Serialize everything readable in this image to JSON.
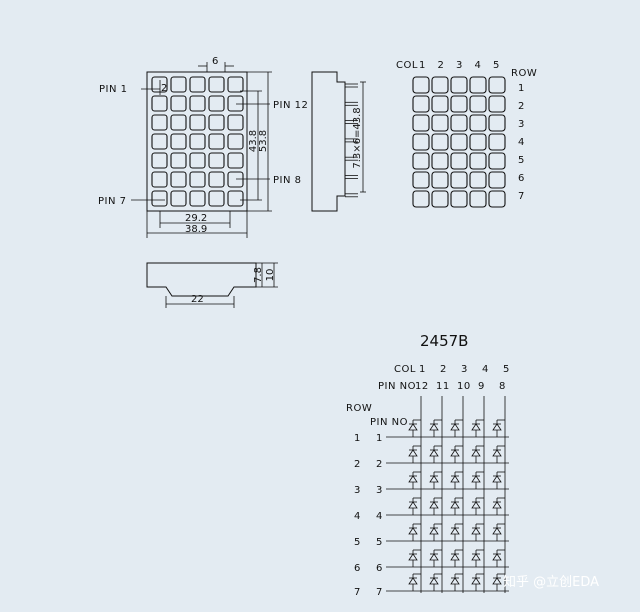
{
  "front_view": {
    "pin1": "PIN 1",
    "pin12": "PIN 12",
    "pin8": "PIN 8",
    "pin7": "PIN 7",
    "dim_pitch": "6",
    "dim_height_inner": "43.8",
    "dim_height_outer": "53.8",
    "dim_width_inner": "29.2",
    "dim_width_outer": "38.9",
    "dim_pin_offset": "2"
  },
  "side_view": {
    "dim_pins": "7.3×6=43.8"
  },
  "bottom_view": {
    "dim_width": "22",
    "dim_height_a": "7.8",
    "dim_height_b": "10"
  },
  "pin_map": {
    "col_label": "COL",
    "col_numbers": [
      "1",
      "2",
      "3",
      "4",
      "5"
    ],
    "row_label": "ROW",
    "row_numbers": [
      "1",
      "2",
      "3",
      "4",
      "5",
      "6",
      "7"
    ]
  },
  "schematic": {
    "part_number": "2457B",
    "col_label": "COL",
    "col_numbers": [
      "1",
      "2",
      "3",
      "4",
      "5"
    ],
    "pin_no_label": "PIN NO",
    "col_pins": [
      "12",
      "11",
      "10",
      "9",
      "8"
    ],
    "row_label": "ROW",
    "row_pin_label": "PIN NO",
    "row_numbers": [
      "1",
      "2",
      "3",
      "4",
      "5",
      "6",
      "7"
    ],
    "row_pins": [
      "1",
      "2",
      "3",
      "4",
      "5",
      "6",
      "7"
    ]
  },
  "watermark": "知乎 @立创EDA"
}
